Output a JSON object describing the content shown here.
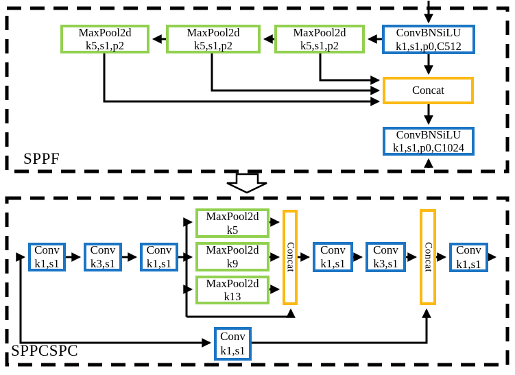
{
  "colors": {
    "blue": "#1B75C4",
    "green": "#92D050",
    "yellow": "#FCB912",
    "line": "#000000"
  },
  "sppf": {
    "label": "SPPF",
    "maxpool1": {
      "line1": "MaxPool2d",
      "line2": "k5,s1,p2"
    },
    "maxpool2": {
      "line1": "MaxPool2d",
      "line2": "k5,s1,p2"
    },
    "maxpool3": {
      "line1": "MaxPool2d",
      "line2": "k5,s1,p2"
    },
    "conv_in": {
      "line1": "ConvBNSiLU",
      "line2": "k1,s1,p0,C512"
    },
    "concat": {
      "label": "Concat"
    },
    "conv_out": {
      "line1": "ConvBNSiLU",
      "line2": "k1,s1,p0,C1024"
    }
  },
  "sppcspc": {
    "label": "SPPCSPC",
    "conv1": {
      "line1": "Conv",
      "line2": "k1,s1"
    },
    "conv2": {
      "line1": "Conv",
      "line2": "k3,s1"
    },
    "conv3": {
      "line1": "Conv",
      "line2": "k1,s1"
    },
    "maxpool_k5": {
      "line1": "MaxPool2d",
      "line2": "k5"
    },
    "maxpool_k9": {
      "line1": "MaxPool2d",
      "line2": "k9"
    },
    "maxpool_k13": {
      "line1": "MaxPool2d",
      "line2": "k13"
    },
    "concat1": {
      "label": "Concat"
    },
    "conv4": {
      "line1": "Conv",
      "line2": "k1,s1"
    },
    "conv5": {
      "line1": "Conv",
      "line2": "k3,s1"
    },
    "concat2": {
      "label": "Concat"
    },
    "conv6": {
      "line1": "Conv",
      "line2": "k1,s1"
    },
    "conv_shortcut": {
      "line1": "Conv",
      "line2": "k1,s1"
    }
  }
}
